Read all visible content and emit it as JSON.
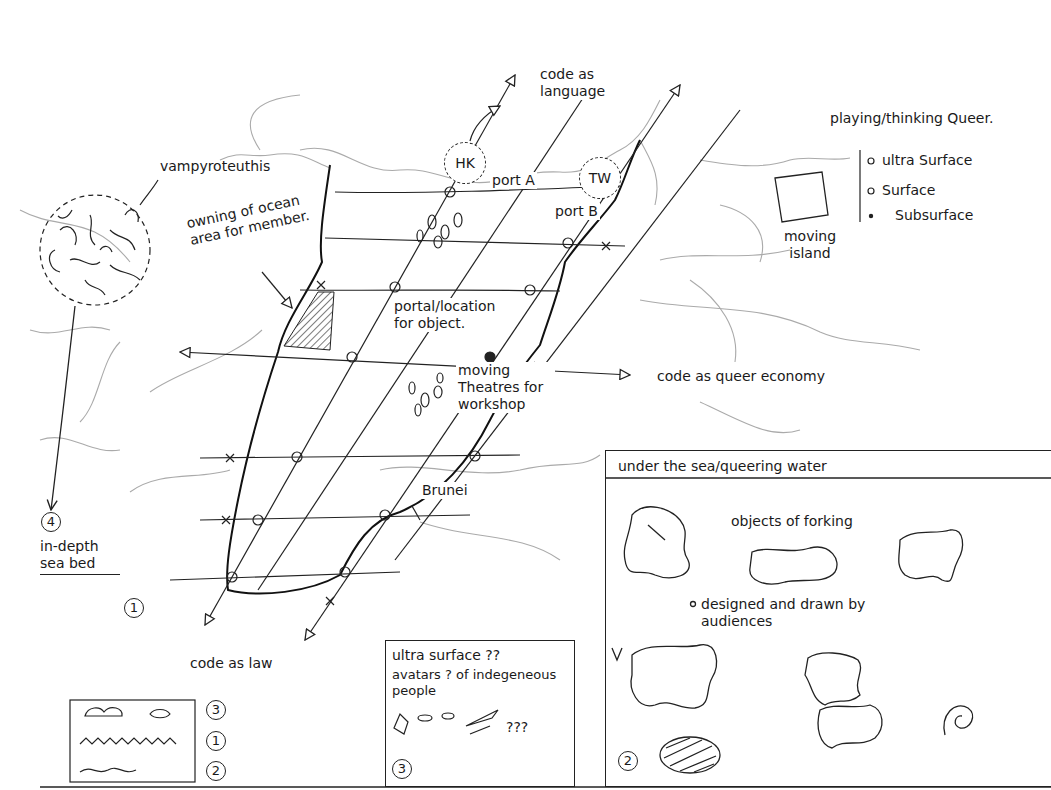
{
  "diagram": {
    "nodes": [
      {
        "text": [
          "HK"
        ]
      },
      {
        "text": [
          "TW"
        ]
      },
      {
        "text": [
          "vampyroteuthis"
        ]
      },
      {
        "text": [
          "4",
          "in-depth sea bed"
        ]
      },
      {
        "text": [
          "moving island"
        ]
      },
      {
        "text": [
          "ultra surface ??",
          "avatars ? of indegeneous people",
          "???",
          "3"
        ]
      },
      {
        "text": [
          "under the sea/queering water",
          "objects of forking",
          "designed and drawn by audiences",
          "2"
        ]
      }
    ],
    "edges": [
      {
        "from": 2,
        "to": 3,
        "arrow": "to"
      }
    ],
    "labels": [
      "code as language",
      "port A",
      "port B",
      "playing/thinking Queer.",
      "ultra Surface",
      "Surface",
      "Subsurface",
      "owning of ocean area for member.",
      "portal/location for object.",
      "code as queer economy",
      "moving Theatres for workshop",
      "Brunei",
      "1",
      "code as law",
      "3",
      "1",
      "2"
    ]
  }
}
